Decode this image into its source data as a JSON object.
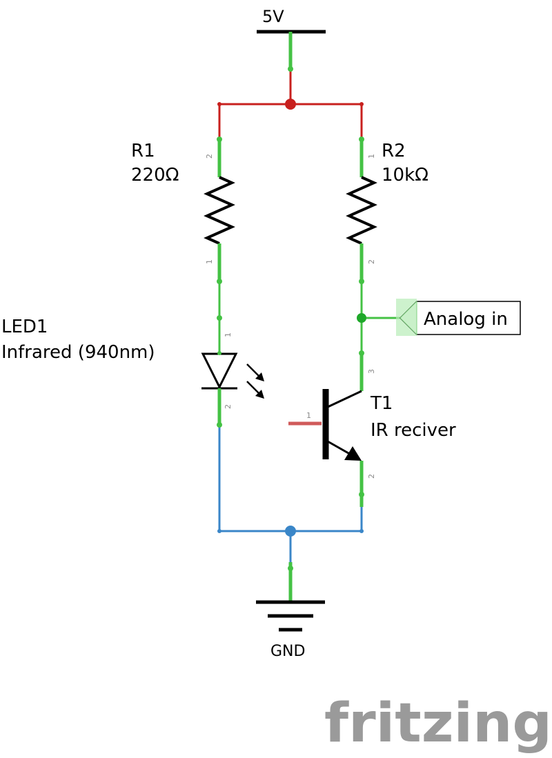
{
  "supply": {
    "label": "5V"
  },
  "ground": {
    "label": "GND"
  },
  "components": {
    "r1": {
      "ref": "R1",
      "value": "220Ω",
      "pin_top": "2",
      "pin_bottom": "1"
    },
    "r2": {
      "ref": "R2",
      "value": "10kΩ",
      "pin_top": "1",
      "pin_bottom": "2"
    },
    "led1": {
      "ref": "LED1",
      "value": "Infrared (940nm)",
      "pin_top": "1",
      "pin_bottom": "2"
    },
    "t1": {
      "ref": "T1",
      "value": "IR reciver",
      "pin_base": "1",
      "pin_collector": "3",
      "pin_emitter": "2"
    }
  },
  "net_label": {
    "text": "Analog in"
  },
  "branding": {
    "logo": "fritzing"
  },
  "colors": {
    "wire_supply": "#c8201e",
    "wire_ground": "#3a86c8",
    "wire_connected": "#44c244",
    "junction_green": "#1fa82a",
    "base_lead": "#d05a5a",
    "logo": "#9a9a9a"
  }
}
